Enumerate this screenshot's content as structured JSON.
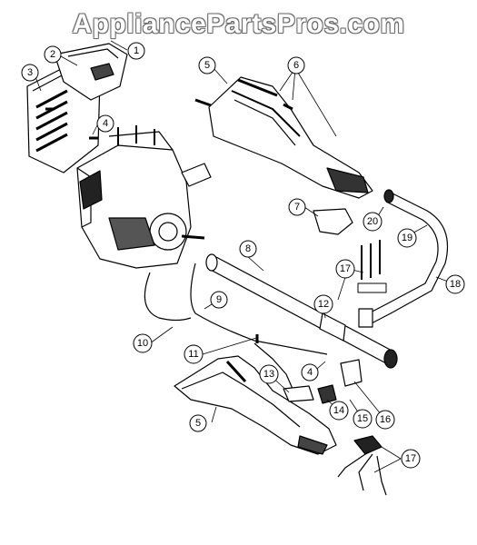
{
  "watermark": "AppliancePartsPros.com",
  "callouts": [
    "1",
    "2",
    "3",
    "4",
    "5",
    "6",
    "7",
    "8",
    "9",
    "10",
    "11",
    "12",
    "4",
    "13",
    "5",
    "14",
    "15",
    "16",
    "17",
    "17",
    "18",
    "19",
    "20"
  ]
}
